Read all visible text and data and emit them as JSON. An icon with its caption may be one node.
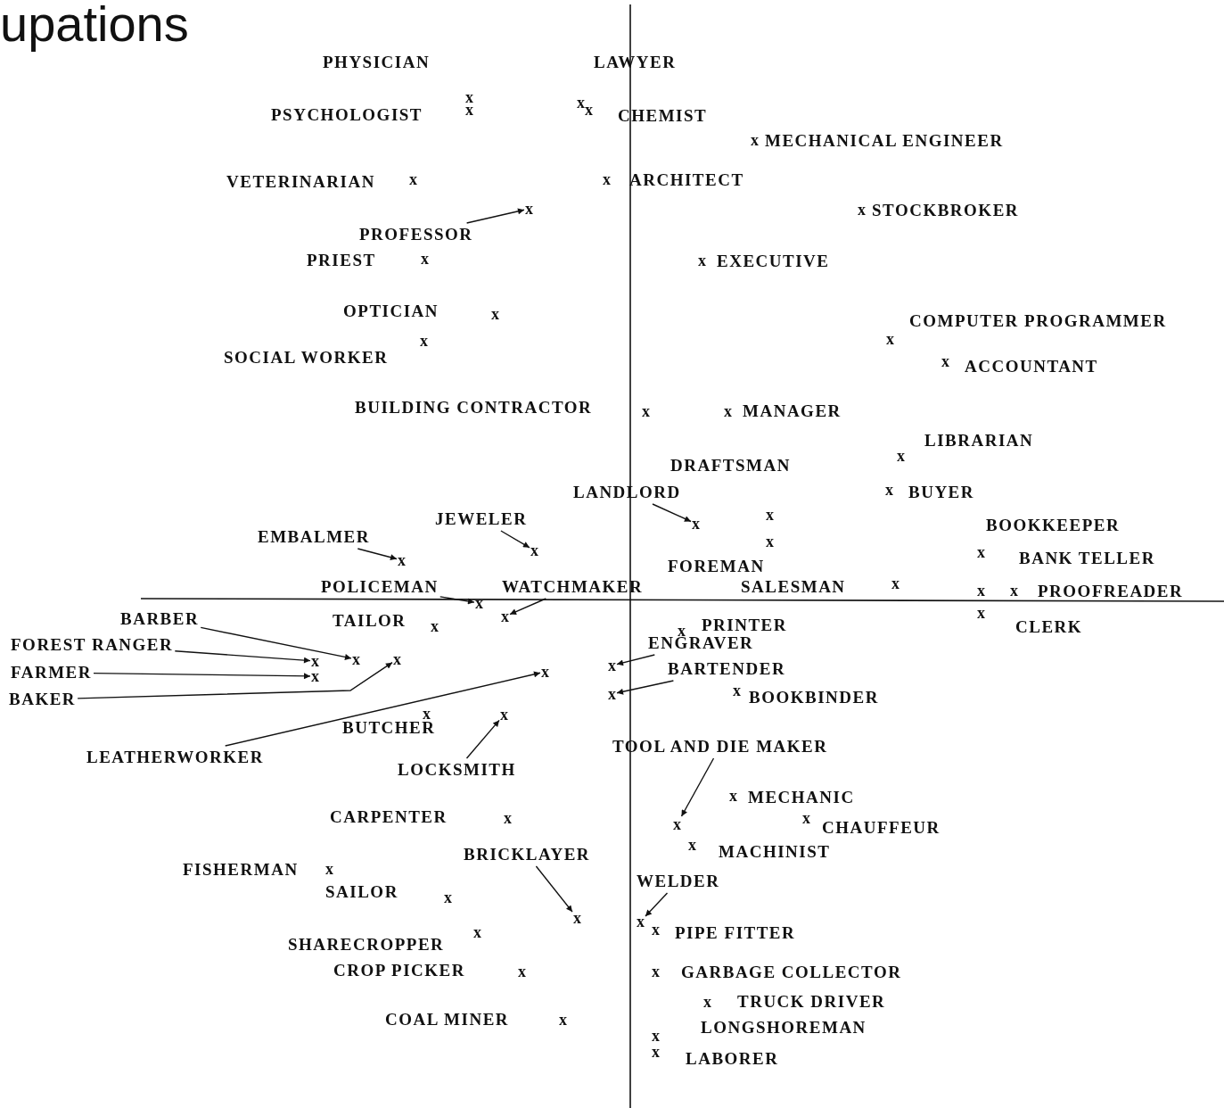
{
  "diagram": {
    "title": "upations",
    "nodes": [
      {
        "text": [
          "PROFESSOR"
        ]
      },
      {
        "text": [
          "x"
        ]
      },
      {
        "text": [
          "EMBALMER"
        ]
      },
      {
        "text": [
          "x"
        ]
      },
      {
        "text": [
          "JEWELER"
        ]
      },
      {
        "text": [
          "x"
        ]
      },
      {
        "text": [
          "LANDLORD"
        ]
      },
      {
        "text": [
          "x"
        ]
      },
      {
        "text": [
          "POLICEMAN"
        ]
      },
      {
        "text": [
          "x"
        ]
      },
      {
        "text": [
          "WATCHMAKER"
        ]
      },
      {
        "text": [
          "x"
        ]
      },
      {
        "text": [
          "BARBER"
        ]
      },
      {
        "text": [
          "x"
        ]
      },
      {
        "text": [
          "FOREST RANGER"
        ]
      },
      {
        "text": [
          "x"
        ]
      },
      {
        "text": [
          "FARMER"
        ]
      },
      {
        "text": [
          "x"
        ]
      },
      {
        "text": [
          "BAKER"
        ]
      },
      {
        "text": [
          "x"
        ]
      },
      {
        "text": [
          "LEATHERWORKER"
        ]
      },
      {
        "text": [
          "x"
        ]
      },
      {
        "text": [
          "LOCKSMITH"
        ]
      },
      {
        "text": [
          "x"
        ]
      },
      {
        "text": [
          "ENGRAVER"
        ]
      },
      {
        "text": [
          "x"
        ]
      },
      {
        "text": [
          "BARTENDER"
        ]
      },
      {
        "text": [
          "x"
        ]
      },
      {
        "text": [
          "TOOL AND DIE MAKER"
        ]
      },
      {
        "text": [
          "x"
        ]
      },
      {
        "text": [
          "BRICKLAYER"
        ]
      },
      {
        "text": [
          "x"
        ]
      },
      {
        "text": [
          "WELDER"
        ]
      },
      {
        "text": [
          "x"
        ]
      }
    ],
    "edges": [
      {
        "from": 0,
        "to": 1,
        "arrow": "to"
      },
      {
        "from": 2,
        "to": 3,
        "arrow": "to"
      },
      {
        "from": 4,
        "to": 5,
        "arrow": "to"
      },
      {
        "from": 6,
        "to": 7,
        "arrow": "to"
      },
      {
        "from": 8,
        "to": 9,
        "arrow": "to"
      },
      {
        "from": 10,
        "to": 11,
        "arrow": "to"
      },
      {
        "from": 12,
        "to": 13,
        "arrow": "to"
      },
      {
        "from": 14,
        "to": 15,
        "arrow": "to"
      },
      {
        "from": 16,
        "to": 17,
        "arrow": "to"
      },
      {
        "from": 18,
        "to": 19,
        "arrow": "to"
      },
      {
        "from": 20,
        "to": 21,
        "arrow": "to"
      },
      {
        "from": 22,
        "to": 23,
        "arrow": "to"
      },
      {
        "from": 24,
        "to": 25,
        "arrow": "to"
      },
      {
        "from": 26,
        "to": 27,
        "arrow": "to"
      },
      {
        "from": 28,
        "to": 29,
        "arrow": "to"
      },
      {
        "from": 30,
        "to": 31,
        "arrow": "to"
      },
      {
        "from": 32,
        "to": 33,
        "arrow": "to"
      }
    ],
    "labels": [
      "PHYSICIAN",
      "LAWYER",
      "x",
      "x",
      "PSYCHOLOGIST",
      "x",
      "x",
      "CHEMIST",
      "x",
      "MECHANICAL ENGINEER",
      "VETERINARIAN",
      "x",
      "x",
      "ARCHITECT",
      "x",
      "STOCKBROKER",
      "PRIEST",
      "x",
      "x",
      "EXECUTIVE",
      "OPTICIAN",
      "x",
      "COMPUTER PROGRAMMER",
      "x",
      "x",
      "SOCIAL WORKER",
      "x",
      "ACCOUNTANT",
      "BUILDING CONTRACTOR",
      "x",
      "x",
      "MANAGER",
      "LIBRARIAN",
      "x",
      "DRAFTSMAN",
      "x",
      "BUYER",
      "x",
      "BOOKKEEPER",
      "x",
      "x",
      "BANK TELLER",
      "FOREMAN",
      "SALESMAN",
      "x",
      "x",
      "x",
      "PROOFREADER",
      "TAILOR",
      "x",
      "x",
      "CLERK",
      "x",
      "PRINTER",
      "x",
      "BOOKBINDER",
      "x",
      "BUTCHER",
      "x",
      "MECHANIC",
      "x",
      "CHAUFFEUR",
      "x",
      "MACHINIST",
      "CARPENTER",
      "x",
      "FISHERMAN",
      "x",
      "SAILOR",
      "x",
      "SHARECROPPER",
      "x",
      "x",
      "PIPE FITTER",
      "CROP PICKER",
      "x",
      "x",
      "GARBAGE COLLECTOR",
      "x",
      "TRUCK DRIVER",
      "COAL MINER",
      "x",
      "LONGSHOREMAN",
      "x",
      "x",
      "LABORER"
    ]
  }
}
